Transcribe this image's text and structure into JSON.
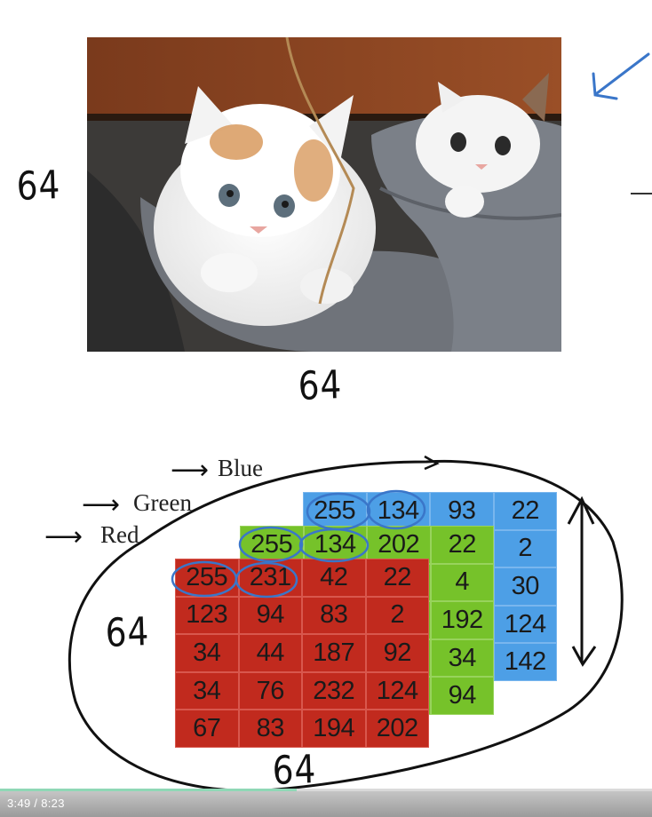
{
  "labels": {
    "height_left": "64",
    "width_below_photo": "64",
    "matrix_height": "64",
    "matrix_width": "64"
  },
  "channels": {
    "blue": "Blue",
    "green": "Green",
    "red": "Red"
  },
  "matrices": {
    "blue": [
      [
        "255",
        "134",
        "93",
        "22"
      ],
      [
        "",
        "",
        "",
        "2"
      ],
      [
        "",
        "",
        "",
        "30"
      ],
      [
        "",
        "",
        "",
        "124"
      ],
      [
        "",
        "",
        "",
        "142"
      ]
    ],
    "green": [
      [
        "255",
        "134",
        "202",
        "22"
      ],
      [
        "",
        "",
        "",
        "4"
      ],
      [
        "",
        "",
        "",
        "192"
      ],
      [
        "",
        "",
        "",
        "34"
      ],
      [
        "",
        "",
        "",
        "94"
      ]
    ],
    "red": [
      [
        "255",
        "231",
        "42",
        "22"
      ],
      [
        "123",
        "94",
        "83",
        "2"
      ],
      [
        "34",
        "44",
        "187",
        "92"
      ],
      [
        "34",
        "76",
        "232",
        "124"
      ],
      [
        "67",
        "83",
        "194",
        "202"
      ]
    ]
  },
  "player": {
    "time": "3:49  /  8:23",
    "progress": 0.455
  },
  "colors": {
    "blue": "#4d9fe6",
    "green": "#76c22a",
    "red": "#c12a1e",
    "annotation": "#3a76c9"
  }
}
